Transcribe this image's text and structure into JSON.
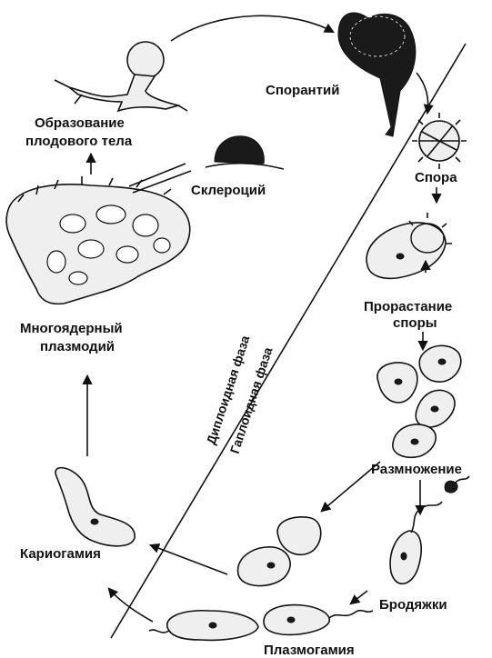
{
  "labels": {
    "sporangium": "Спорантий",
    "spore": "Спора",
    "germination_line1": "Прорастание",
    "germination_line2": "споры",
    "reproduction": "Размножение",
    "swarmers": "Бродяжки",
    "plasmogamy": "Плазмогамия",
    "karyogamy": "Кариогамия",
    "plasmodium_line1": "Многоядерный",
    "plasmodium_line2": "плазмодий",
    "sclerotium": "Склероций",
    "fruiting_line1": "Образование",
    "fruiting_line2": "плодового тела"
  },
  "phases": {
    "diploid": "Диплоидная фаза",
    "haploid": "Гаплоидная фаза"
  },
  "colors": {
    "ink": "#111111",
    "cell_fill": "#efefef",
    "background": "#ffffff"
  }
}
